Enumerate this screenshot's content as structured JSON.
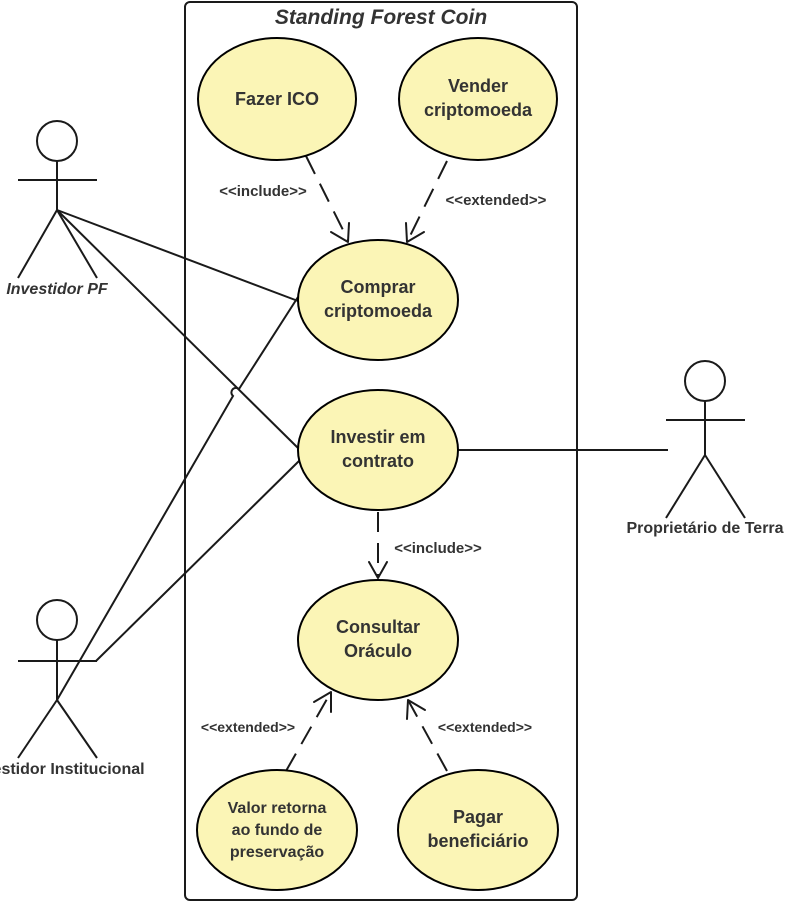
{
  "system": {
    "title": "Standing Forest Coin"
  },
  "use_cases": {
    "fazer_ico": [
      "Fazer ICO"
    ],
    "vender": [
      "Vender",
      "criptomoeda"
    ],
    "comprar": [
      "Comprar",
      "criptomoeda"
    ],
    "investir": [
      "Investir em",
      "contrato"
    ],
    "consultar": [
      "Consultar",
      "Oráculo"
    ],
    "valor": [
      "Valor retorna",
      "ao fundo de",
      "preservação"
    ],
    "pagar": [
      "Pagar",
      "beneficiário"
    ]
  },
  "actors": {
    "investidor_pf": "Investidor PF",
    "investidor_institucional": "Investidor Institucional",
    "proprietario": "Proprietário de Terra"
  },
  "relations": {
    "include_ico": "<<include>>",
    "extended_vender": "<<extended>>",
    "include_consultar": "<<include>>",
    "extended_valor": "<<extended>>",
    "extended_pagar": "<<extended>>"
  },
  "colors": {
    "use_case_fill": "#fbf5b6",
    "stroke": "#000000",
    "text": "#333333"
  }
}
